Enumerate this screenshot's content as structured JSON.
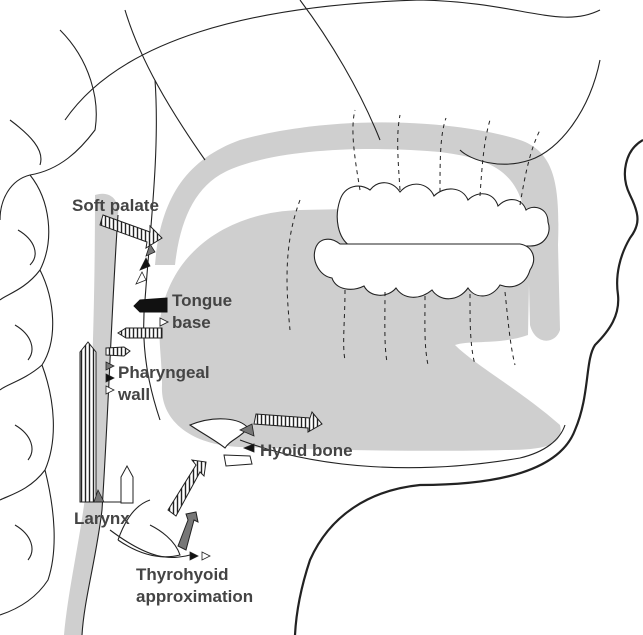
{
  "labels": {
    "soft_palate": "Soft palate",
    "tongue_base_line1": "Tongue",
    "tongue_base_line2": "base",
    "pharyngeal_wall_line1": "Pharyngeal",
    "pharyngeal_wall_line2": "wall",
    "hyoid_bone": "Hyoid bone",
    "larynx": "Larynx",
    "thyrohyoid_line1": "Thyrohyoid",
    "thyrohyoid_line2": "approximation"
  },
  "colors": {
    "background": "#ffffff",
    "shade": "#cfcfcf",
    "outline": "#222222",
    "label_text": "#444444",
    "arrow_dark": "#111111",
    "arrow_mid": "#777777"
  }
}
